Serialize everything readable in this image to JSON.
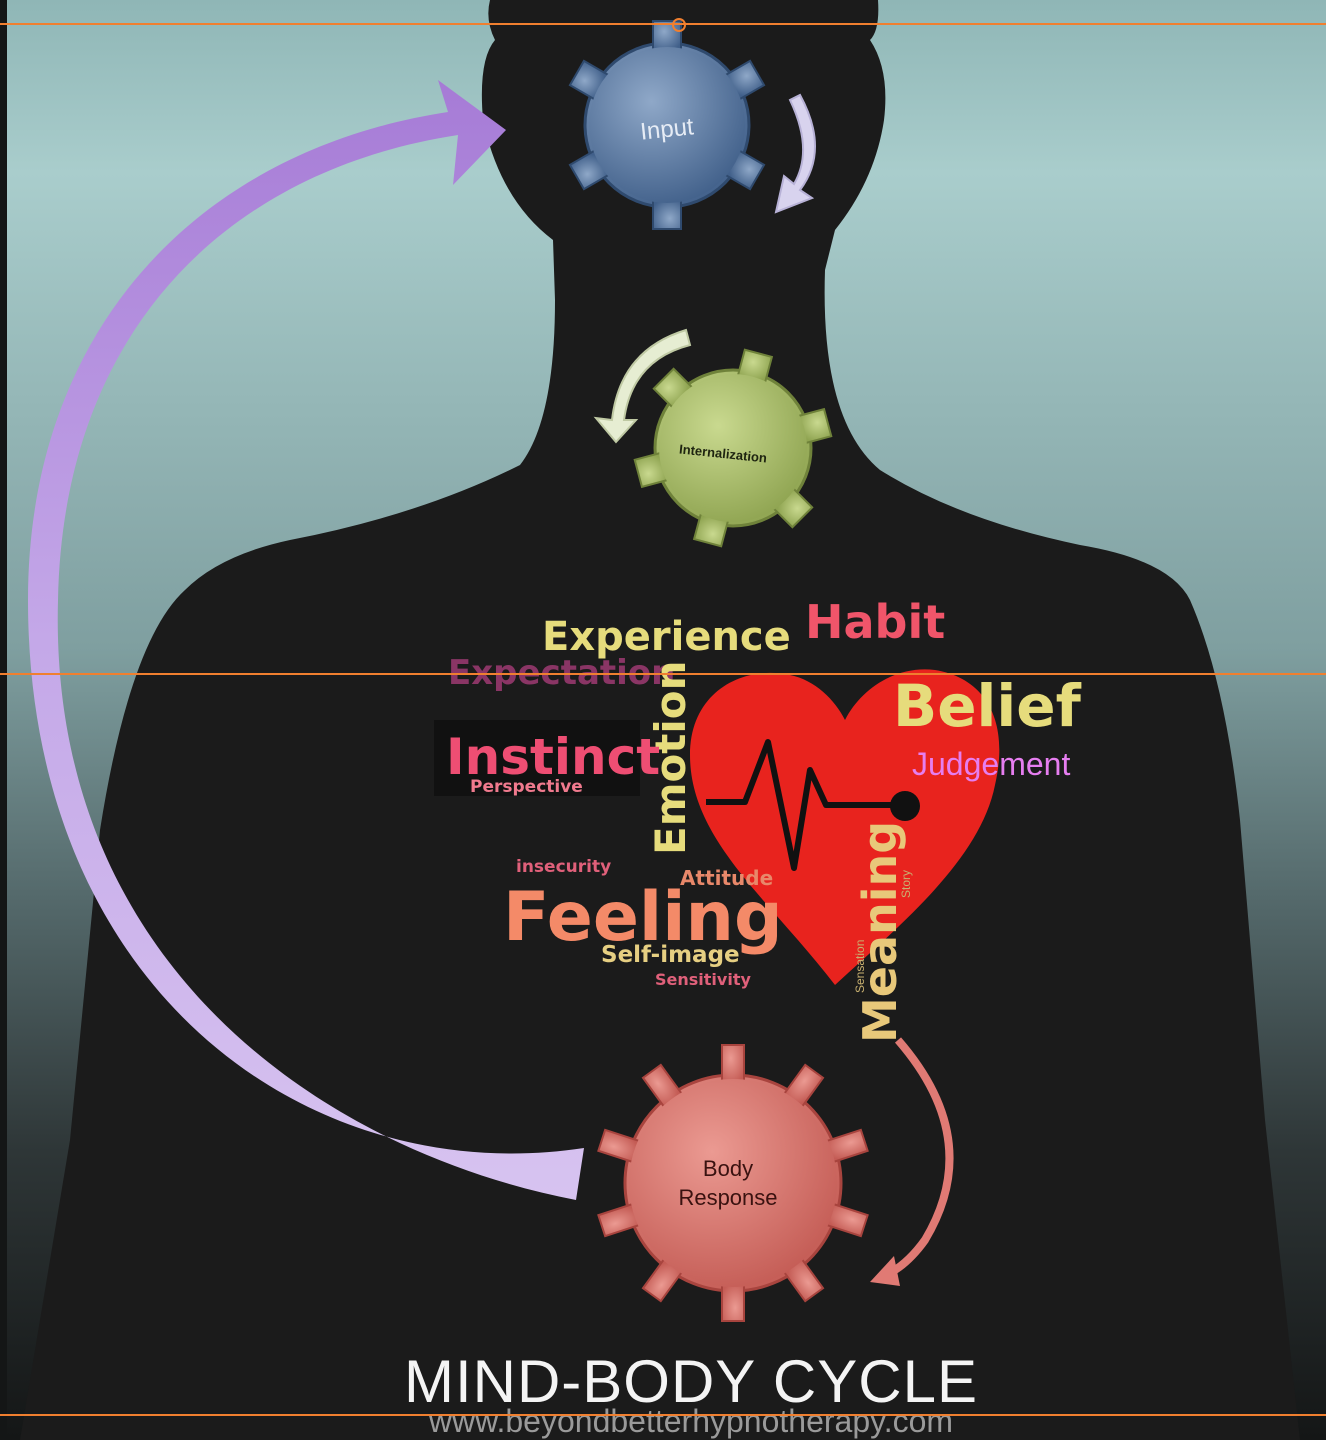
{
  "diagram": {
    "title": "MIND-BODY CYCLE",
    "url": "www.beyondbetterhypnotherapy.com",
    "gears": {
      "input": "Input",
      "internalization": "Internalization",
      "body_response_line1": "Body",
      "body_response_line2": "Response"
    },
    "words": {
      "experience": "Experience",
      "habit": "Habit",
      "expectation": "Expectation",
      "emotion": "Emotion",
      "belief": "Belief",
      "judgement": "Judgement",
      "instinct": "Instinct",
      "perspective": "Perspective",
      "insecurity": "insecurity",
      "attitude": "Attitude",
      "feeling": "Feeling",
      "self_image": "Self-image",
      "sensitivity": "Sensitivity",
      "meaning": "Meaning",
      "sensation": "Sensation",
      "story": "Story"
    },
    "colors": {
      "input_gear": "#5a7aa4",
      "internalization_gear": "#a9bd6c",
      "body_response_gear": "#d6706a",
      "cycle_arrow": "#b794de",
      "heart": "#e8231e",
      "silhouette": "#1b1b1b",
      "guide_line": "#f07f2f"
    },
    "icons": [
      "gear-icon",
      "heart-icon",
      "heartbeat-line-icon",
      "cycle-arrow-icon",
      "curved-arrow-icon"
    ]
  }
}
